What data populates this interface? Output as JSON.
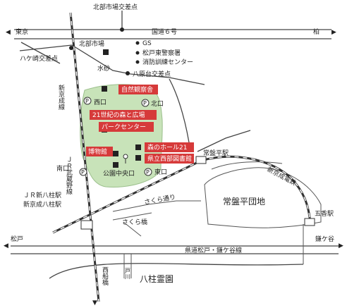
{
  "map_title": "",
  "labels": {
    "hokubu_ichiba_kousaten": "北部市場交差点",
    "tokyo": "東京",
    "kokudo6": "国道６号",
    "kashiwa": "柏",
    "hokubu_ichiba": "北部市場",
    "gs": "GS",
    "matsudo_higashi_keisatsu": "松戸東警察署",
    "shobo_kunren": "消防訓練センター",
    "hakkeizaki": "ハケ崎交差点",
    "mizuna": "水砂",
    "yabashira_kousaten": "八原台交差点",
    "kitaguchi": "北口",
    "nishiguchi": "西口",
    "shin_keisei_sen_left": "新京成線",
    "jr_musashino_sen": "ＪＲ武蔵野線",
    "minamiguchi": "南口",
    "koen_chuo": "公園中央口",
    "higashiguchi": "東口",
    "tokiwadaira_eki": "常盤平駅",
    "shin_keisei_dentetsu": "新京成電鉄",
    "tokiwadaira_danchi": "常盤平団地",
    "sakura_dori": "さくら通り",
    "sakurabashi": "さくら橋",
    "jr_shinyahashira": "ＪＲ新八柱駅",
    "shinkeisei_yahashira": "新京成八柱駅",
    "gokou_eki": "五香駅",
    "matsudo": "松戸",
    "kendo": "県道松戸・鎌ケ谷線",
    "kamagaya": "鎌ケ谷",
    "nishi_funabashi": "西船橋",
    "tomegawa": "戸川",
    "yahashira_reien": "八柱霊園"
  },
  "facilities": {
    "shizen_kansatsusha": "自然観察舎",
    "seiki_mori": "21世紀の森と広場",
    "park_center": "パークセンター",
    "hakubutsukan": "博物館",
    "mori_hall": "森のホール21",
    "kenritsu_toshokan": "県立西部図書館"
  },
  "legend": {
    "parking": "P"
  },
  "colors": {
    "park": "#c8e3b9",
    "facility_box": "#d63a3a",
    "rail": "#333333",
    "road": "#444444"
  }
}
